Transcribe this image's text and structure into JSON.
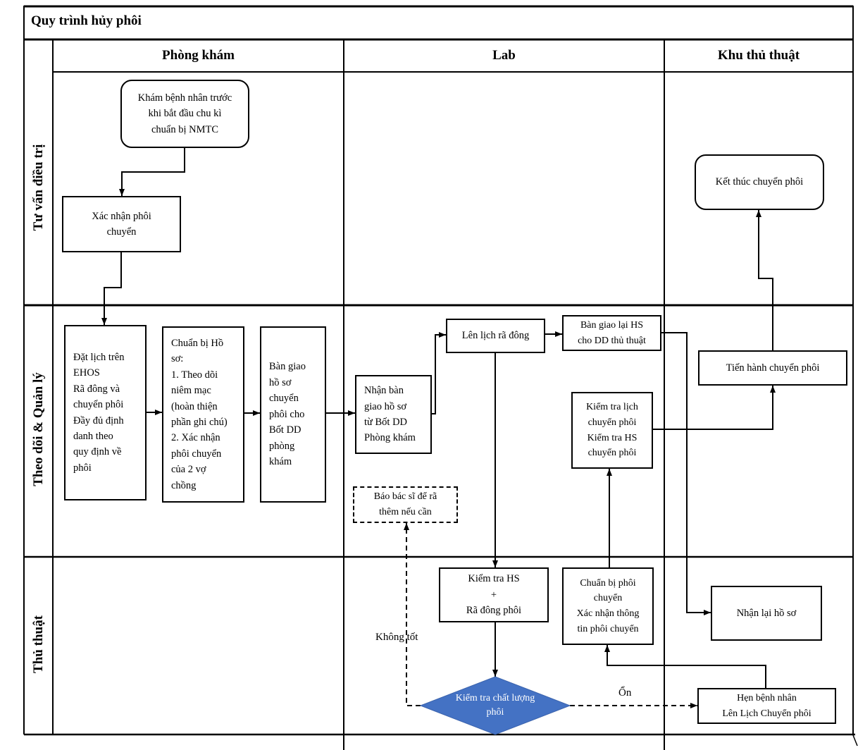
{
  "title": "Quy trình hủy phôi",
  "columns": {
    "clinic": "Phòng khám",
    "lab": "Lab",
    "procedure_area": "Khu thủ thuật"
  },
  "lanes": {
    "consult": "Tư vấn điều trị",
    "monitor": "Theo dõi & Quản lý",
    "procedure": "Thủ thuật"
  },
  "nodes": {
    "kham": "Khám bệnh nhân trước\nkhi bắt đầu chu kì\nchuẩn bị NMTC",
    "xacnhan": "Xác nhận phôi\nchuyển",
    "ketthuc": "Kết thúc chuyển phôi",
    "datlich": "Đặt lịch trên\nEHOS\nRã đông và\nchuyển phôi\nĐầy đủ định\ndanh theo\nquy định về\nphôi",
    "chuanbihs": "Chuẩn bị Hồ\nsơ:\n1. Theo dõi\nniêm mạc\n(hoàn thiện\nphần ghi chú)\n2. Xác nhận\nphôi chuyển\ncủa 2 vợ\nchồng",
    "bangiao": "Bàn giao\nhồ sơ\nchuyển\nphôi cho\nBốt DD\nphòng\nkhám",
    "nhanbangiao": "Nhận bàn\ngiao hồ sơ\ntừ Bốt DD\nPhòng khám",
    "baobacsi": "Báo bác sĩ để rã\nthêm nếu cần",
    "lenlich": "Lên lịch rã đông",
    "bangiaolai": "Bàn giao lại HS\ncho DD thủ thuật",
    "kiemtralich": "Kiểm tra lịch\nchuyển phôi\nKiểm tra HS\nchuyển phôi",
    "tienhanh": "Tiến hành chuyển phôi",
    "kiemtrahs": "Kiểm tra HS\n+\nRã đông phôi",
    "chuanbiphoi": "Chuẩn bị phôi\nchuyển\nXác nhận thông\ntin phôi chuyển",
    "nhanlai": "Nhận lại hồ sơ",
    "henbenhnhan": "Hẹn bệnh nhân\nLên Lịch Chuyển phôi",
    "diamond": "Kiểm tra\nchất lượng\nphôi"
  },
  "edge_labels": {
    "not_good": "Không tốt",
    "ok": "Ổn"
  },
  "colors": {
    "diamond_fill": "#4472C4",
    "diamond_stroke": "#3B63AD",
    "diamond_text": "#FFFFFF",
    "line": "#000000"
  }
}
